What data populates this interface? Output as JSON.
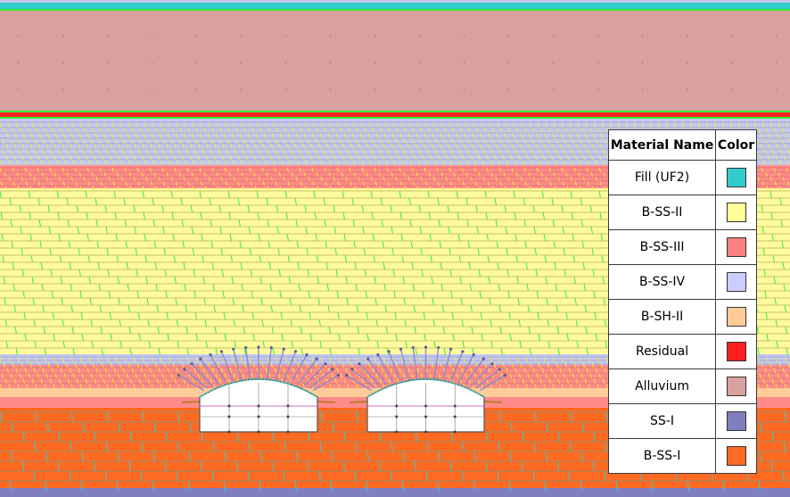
{
  "legend": {
    "header_name": "Material Name",
    "header_color": "Color",
    "rows": [
      {
        "name": "Fill (UF2)",
        "color": "#33cccc"
      },
      {
        "name": "B-SS-II",
        "color": "#ffff99"
      },
      {
        "name": "B-SS-III",
        "color": "#ff8080"
      },
      {
        "name": "B-SS-IV",
        "color": "#ccccff"
      },
      {
        "name": "B-SH-II",
        "color": "#ffcc99"
      },
      {
        "name": "Residual",
        "color": "#ff2020"
      },
      {
        "name": "Alluvium",
        "color": "#d9a0a0"
      },
      {
        "name": "SS-I",
        "color": "#7f7fbf"
      },
      {
        "name": "B-SS-I",
        "color": "#ff6a22"
      }
    ]
  },
  "palette": {
    "fill_uf2": "#33cccc",
    "alluvium": "#d9a0a0",
    "b_ss_ii": "#fefb9e",
    "b_ss_iii": "#ff8a8a",
    "b_ss_iv": "#c4c8f0",
    "b_sh_ii": "#ffcc99",
    "residual": "#ff2020",
    "ss_i": "#7f7fbf",
    "b_ss_i": "#ff6a22",
    "mesh_green": "#33ee33",
    "mesh_yellow": "#eeee33",
    "mesh_teal": "#33cccc",
    "boundary_red": "#ff2020",
    "bolt_blue": "#8a8acf",
    "tunnel_fill": "#ffffff"
  },
  "tunnels": [
    {
      "name": "left-tunnel"
    },
    {
      "name": "right-tunnel"
    }
  ]
}
